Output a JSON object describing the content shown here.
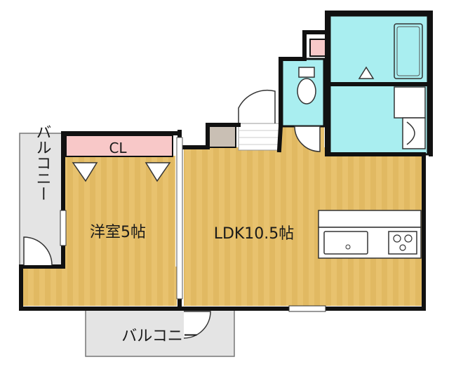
{
  "rooms": {
    "western_room": "洋室5帖",
    "ldk": "LDK10.5帖",
    "closet": "CL",
    "balcony_side": "バルコニー",
    "balcony_bottom": "バルコニー"
  },
  "colors": {
    "floor": "#e8c26e",
    "floor_stripe": "#d7ad55",
    "wet_area": "#a9eef0",
    "closet": "#f8c8c8",
    "balcony": "#e4e4e4",
    "entrance": "#ffffff",
    "wall": "#111111",
    "counter": "#ffffff",
    "storage": "#c9bfb4"
  }
}
